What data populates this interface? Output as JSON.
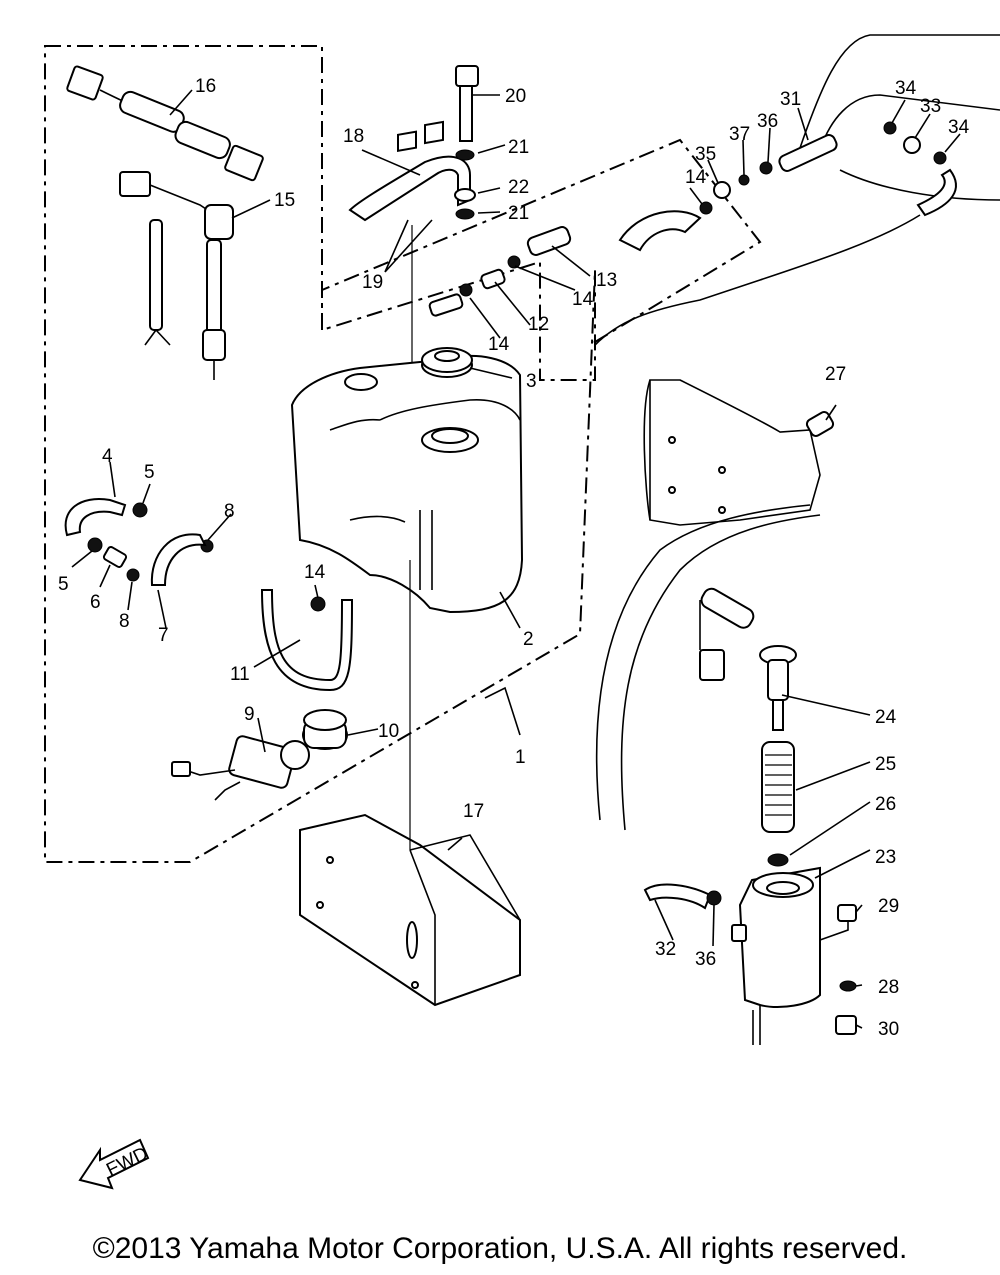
{
  "diagram": {
    "callouts": [
      {
        "id": "1",
        "text": "1"
      },
      {
        "id": "2",
        "text": "2"
      },
      {
        "id": "3",
        "text": "3"
      },
      {
        "id": "4",
        "text": "4"
      },
      {
        "id": "5a",
        "text": "5"
      },
      {
        "id": "5b",
        "text": "5"
      },
      {
        "id": "6",
        "text": "6"
      },
      {
        "id": "7",
        "text": "7"
      },
      {
        "id": "8a",
        "text": "8"
      },
      {
        "id": "8b",
        "text": "8"
      },
      {
        "id": "9",
        "text": "9"
      },
      {
        "id": "10",
        "text": "10"
      },
      {
        "id": "11",
        "text": "11"
      },
      {
        "id": "12",
        "text": "12"
      },
      {
        "id": "13",
        "text": "13"
      },
      {
        "id": "14a",
        "text": "14"
      },
      {
        "id": "14b",
        "text": "14"
      },
      {
        "id": "14c",
        "text": "14"
      },
      {
        "id": "14d",
        "text": "14"
      },
      {
        "id": "15",
        "text": "15"
      },
      {
        "id": "16",
        "text": "16"
      },
      {
        "id": "17",
        "text": "17"
      },
      {
        "id": "18",
        "text": "18"
      },
      {
        "id": "19",
        "text": "19"
      },
      {
        "id": "20",
        "text": "20"
      },
      {
        "id": "21a",
        "text": "21"
      },
      {
        "id": "21b",
        "text": "21"
      },
      {
        "id": "22",
        "text": "22"
      },
      {
        "id": "23",
        "text": "23"
      },
      {
        "id": "24",
        "text": "24"
      },
      {
        "id": "25",
        "text": "25"
      },
      {
        "id": "26",
        "text": "26"
      },
      {
        "id": "27",
        "text": "27"
      },
      {
        "id": "28",
        "text": "28"
      },
      {
        "id": "29",
        "text": "29"
      },
      {
        "id": "30",
        "text": "30"
      },
      {
        "id": "31",
        "text": "31"
      },
      {
        "id": "32",
        "text": "32"
      },
      {
        "id": "33",
        "text": "33"
      },
      {
        "id": "34a",
        "text": "34"
      },
      {
        "id": "34b",
        "text": "34"
      },
      {
        "id": "35",
        "text": "35"
      },
      {
        "id": "36a",
        "text": "36"
      },
      {
        "id": "36b",
        "text": "36"
      },
      {
        "id": "37",
        "text": "37"
      }
    ],
    "fwd_label": "FWD"
  },
  "footer": {
    "copyright": "©2013 Yamaha Motor Corporation, U.S.A. All rights reserved."
  }
}
